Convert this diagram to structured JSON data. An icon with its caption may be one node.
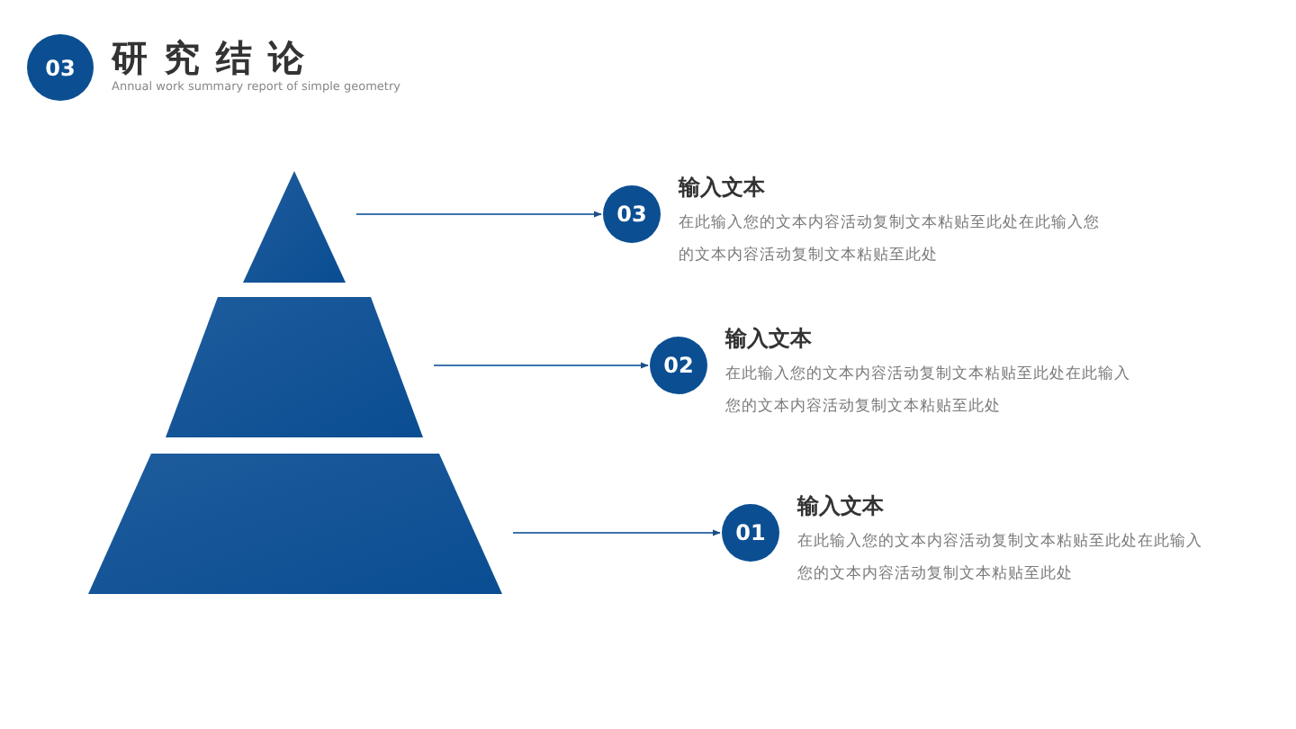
{
  "diagram": {
    "title": "研究结论",
    "nodes": [
      {
        "text": [
          "03"
        ]
      },
      {
        "text": [],
        "shape": "triangle"
      },
      {
        "text": [],
        "shape": "trapezoid"
      },
      {
        "text": [],
        "shape": "trapezoid"
      },
      {
        "text": [
          "03"
        ],
        "beside": [
          "输入文本",
          "在此输入您的文本内容活动复制文本粘贴至此处在此输入您的文本内容活动复制文本粘贴至此处"
        ]
      },
      {
        "text": [
          "02"
        ],
        "beside": [
          "输入文本",
          "在此输入您的文本内容活动复制文本粘贴至此处在此输入您的文本内容活动复制文本粘贴至此处"
        ]
      },
      {
        "text": [
          "01"
        ],
        "beside": [
          "输入文本",
          "在此输入您的文本内容活动复制文本粘贴至此处在此输入您的文本内容活动复制文本粘贴至此处"
        ]
      }
    ],
    "edges": [
      {
        "from": 1,
        "to": 4,
        "arrow": "to"
      },
      {
        "from": 2,
        "to": 5,
        "arrow": "to"
      },
      {
        "from": 3,
        "to": 6,
        "arrow": "to"
      }
    ],
    "labels": [
      "Annual work summary report of simple geometry"
    ]
  }
}
